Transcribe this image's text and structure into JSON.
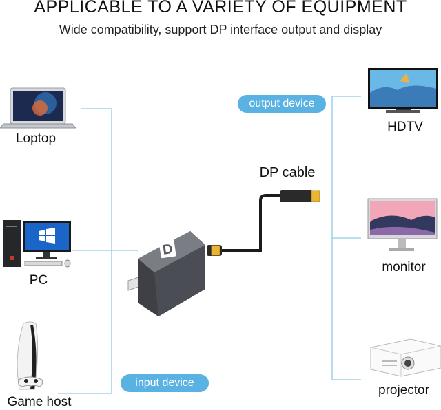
{
  "header": {
    "title": "APPLICABLE TO A VARIETY OF EQUIPMENT",
    "subtitle": "Wide compatibility, support DP interface output and display"
  },
  "inputs": {
    "pill": "input device",
    "devices": [
      {
        "label": "Loptop",
        "icon": "laptop-icon"
      },
      {
        "label": "PC",
        "icon": "desktop-pc-icon"
      },
      {
        "label": "Game host",
        "icon": "game-console-icon"
      }
    ]
  },
  "outputs": {
    "pill": "output device",
    "devices": [
      {
        "label": "HDTV",
        "icon": "tv-icon"
      },
      {
        "label": "monitor",
        "icon": "monitor-icon"
      },
      {
        "label": "projector",
        "icon": "projector-icon"
      }
    ]
  },
  "center": {
    "cable_label": "DP cable",
    "adapter_logo": "D"
  },
  "colors": {
    "pill": "#5ab2e3",
    "line": "#8fc9e8",
    "adapter": "#55585e"
  }
}
